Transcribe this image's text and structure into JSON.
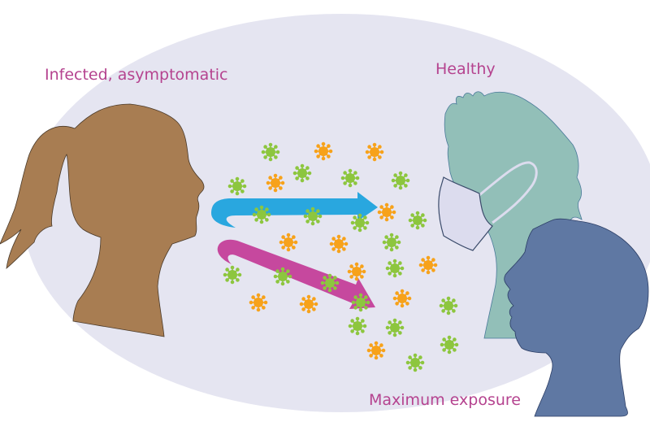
{
  "labels": {
    "infected": "Infected, asymptomatic",
    "healthy": "Healthy",
    "exposure": "Maximum exposure"
  },
  "colors": {
    "background_ellipse": "#e5e5f1",
    "label_text": "#b5438f",
    "woman": "#a87d52",
    "man": "#92bfb8",
    "child": "#5f78a3",
    "mask": "#dcdcee",
    "arrow_blue": "#29a7df",
    "arrow_magenta": "#c6489e",
    "virus_green": "#8dc63f",
    "virus_orange": "#f7a21b"
  },
  "figures": [
    {
      "role": "infected",
      "icon": "woman-silhouette-icon"
    },
    {
      "role": "healthy",
      "icon": "masked-man-silhouette-icon"
    },
    {
      "role": "exposed",
      "icon": "child-silhouette-icon"
    }
  ]
}
